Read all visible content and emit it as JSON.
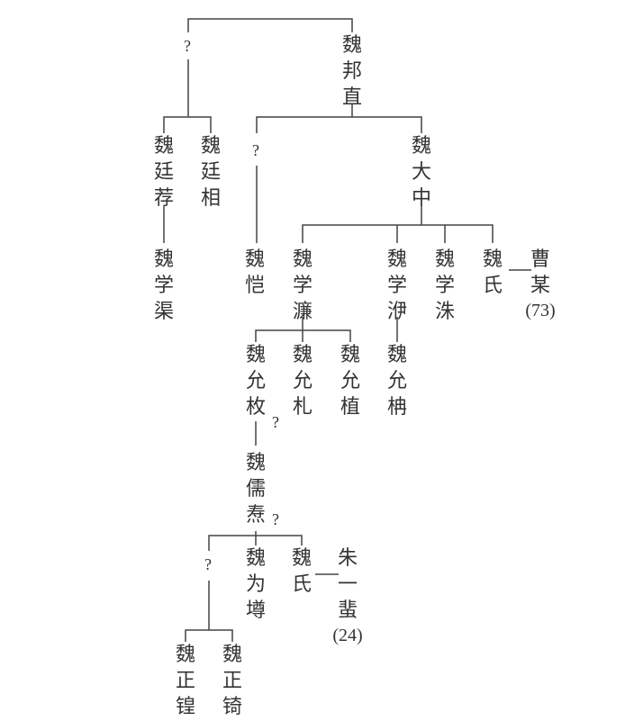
{
  "unknown_mark": "?",
  "nodes": {
    "bangzhi": "魏邦直",
    "q1": "?",
    "tingjian": "魏廷荐",
    "tingxiang": "魏廷相",
    "xuequ": "魏学渠",
    "q2": "?",
    "kai": "魏恺",
    "dazhong": "魏大中",
    "xuelian": "魏学濂",
    "xueyi": "魏学洢",
    "xuezhu": "魏学洙",
    "weishi1": "魏氏",
    "caomou": "曹某",
    "yunmei": "魏允枚",
    "yunzha": "魏允札",
    "yunzhi": "魏允植",
    "yunnan": "魏允柟",
    "q3": "?",
    "rutao": "魏儒焘",
    "q4": "?",
    "q5": "?",
    "weizun": "魏为墫",
    "weishi2": "魏氏",
    "zhuyifei": "朱一蜚",
    "zhenghuang": "魏正锽",
    "zhengqi": "魏正锜"
  },
  "notes": {
    "caomou": "(73)",
    "zhuyifei": "(24)"
  }
}
